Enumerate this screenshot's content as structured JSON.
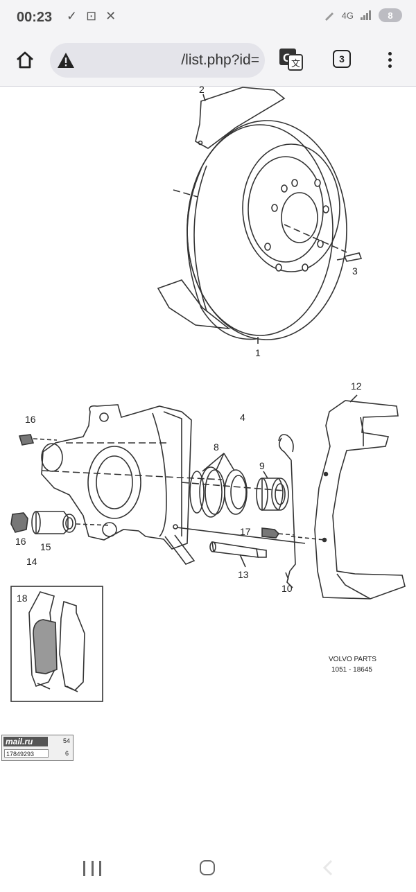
{
  "status_bar": {
    "time": "00:23",
    "left_icons": "✓ ⊡ ✕",
    "network": "4G",
    "battery_label": "8"
  },
  "browser": {
    "url": "/list.php?id=",
    "tabs_count": "3",
    "icons": [
      "home-icon",
      "warning-icon",
      "translate-icon",
      "tabs-icon",
      "more-vert-icon"
    ]
  },
  "diagram": {
    "callouts": {
      "c1": "1",
      "c2": "2",
      "c3": "3",
      "c4": "4",
      "c8": "8",
      "c9": "9",
      "c10": "10",
      "c12": "12",
      "c13": "13",
      "c14": "14",
      "c15": "15",
      "c16a": "16",
      "c16b": "16",
      "c17": "17",
      "c18": "18"
    },
    "brand_line1": "VOLVO PARTS",
    "brand_line2": "1051 - 18645"
  },
  "mailru_badge": {
    "logo": "mail.ru",
    "counter_id": "17849293",
    "count_top": "54",
    "count_bottom": "6"
  },
  "nav_bar": {
    "icons": [
      "recent-apps-icon",
      "home-nav-icon",
      "back-icon"
    ]
  }
}
